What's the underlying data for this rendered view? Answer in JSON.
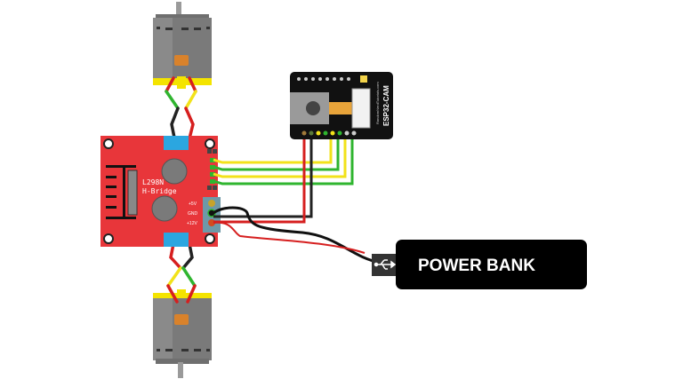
{
  "diagram": {
    "title": "ESP32-CAM Car Robot Wiring",
    "components": {
      "hbridge": {
        "label_line1": "L298N",
        "label_line2": "H-Bridge",
        "pin_5v": "+5V",
        "pin_gnd": "GND",
        "pin_12v": "+12V",
        "color": "#e8363a"
      },
      "esp32": {
        "name": "ESP32-CAM",
        "credit": "RandomNerdTutorials.com",
        "color": "#111111"
      },
      "powerbank": {
        "label": "POWER BANK",
        "connector_icon": "usb-icon",
        "color": "#000000"
      },
      "motor_top": {
        "name": "DC Motor (top)"
      },
      "motor_bottom": {
        "name": "DC Motor (bottom)"
      }
    },
    "wire_colors": {
      "red": "#d61f1f",
      "black": "#222222",
      "yellow": "#f2e21a",
      "green": "#2fb52f"
    }
  }
}
